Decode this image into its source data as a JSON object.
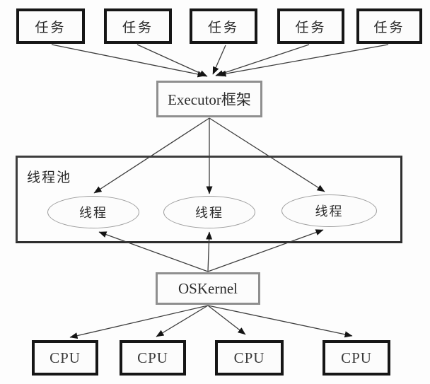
{
  "nodes": {
    "tasks": [
      "任务",
      "任务",
      "任务",
      "任务",
      "任务"
    ],
    "executor_label": "Executor框架",
    "pool_label": "线程池",
    "threads": [
      "线程",
      "线程",
      "线程"
    ],
    "kernel_label": "OSKernel",
    "cpus": [
      "CPU",
      "CPU",
      "CPU",
      "CPU"
    ]
  },
  "colors": {
    "strong_border": "#161616",
    "soft_border": "#8f8f8f",
    "pool_border": "#3d3d3d",
    "ellipse_border": "#9c9c9c",
    "arrow_line": "#3d3d3d",
    "arrow_head": "#141414",
    "text": "#2b2b2b",
    "background": "#fdfdfd"
  }
}
